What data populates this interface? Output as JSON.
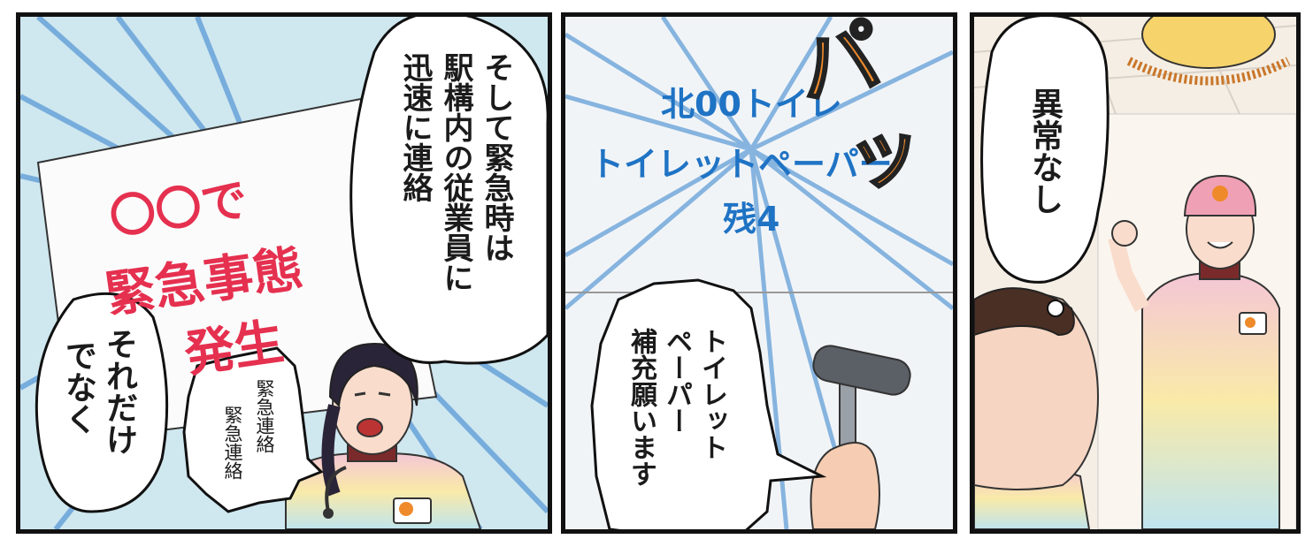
{
  "panels": [
    {
      "paper_sign": {
        "line1": "〇〇で",
        "line2": "緊急事態",
        "line3": "発生"
      },
      "bubble_main": {
        "col1": "そして緊急時は",
        "col2": "駅構内の従業員に",
        "col3": "迅速に連絡"
      },
      "bubble_left": {
        "col1": "それだけ",
        "col2": "でなく"
      },
      "bubble_small": {
        "col1": "緊急連絡",
        "col2": "緊急連絡"
      }
    },
    {
      "display_text": {
        "line1": "北00トイレ",
        "line2": "トイレットペーパー",
        "line3": "残4"
      },
      "sfx": {
        "pa": "パ",
        "tsu": "ッ"
      },
      "bubble": {
        "col1": "トイレット",
        "col2": "ペーパー",
        "col3": "補充願います"
      }
    },
    {
      "bubble": {
        "text": "異常なし"
      }
    }
  ],
  "colors": {
    "sfx_orange": "#ef8a2a",
    "sign_red": "#e5304f",
    "display_blue": "#1f73c4",
    "speedline_blue": "#5a9ad6"
  }
}
